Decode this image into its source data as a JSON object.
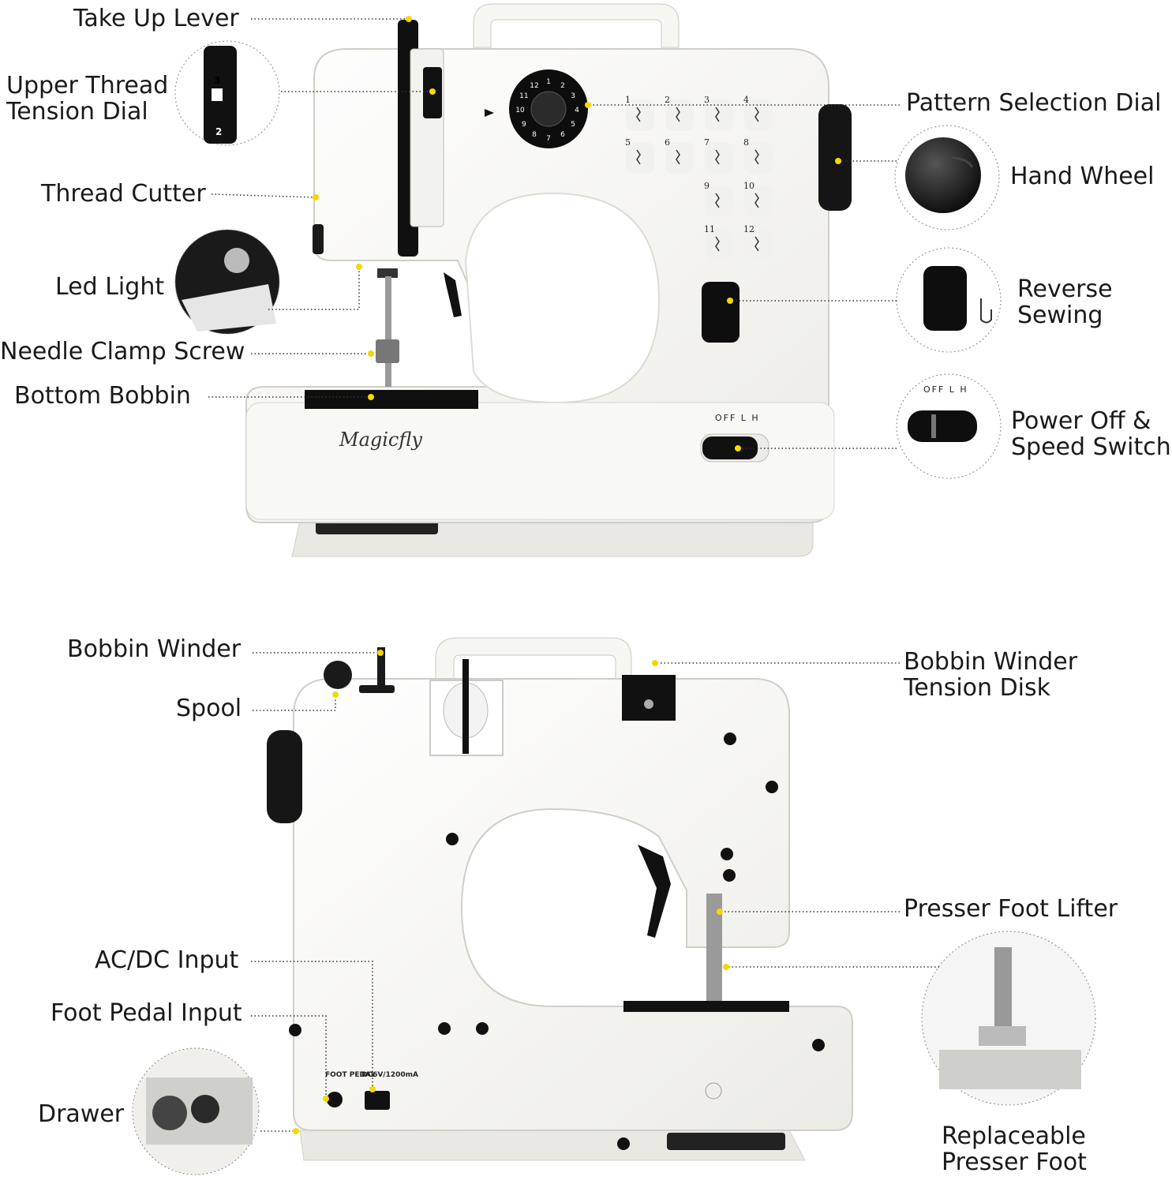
{
  "brand": "Magicfly",
  "top_labels": {
    "take_up_lever": "Take Up Lever",
    "upper_thread_tension_dial": [
      "Upper Thread",
      "Tension Dial"
    ],
    "thread_cutter": "Thread Cutter",
    "led_light": "Led Light",
    "needle_clamp_screw": "Needle Clamp Screw",
    "bottom_bobbin": "Bottom Bobbin",
    "pattern_selection_dial": "Pattern Selection Dial",
    "hand_wheel": "Hand Wheel",
    "reverse_sewing": [
      "Reverse",
      "Sewing"
    ],
    "power_off_speed_switch": [
      "Power Off &",
      "Speed Switch"
    ]
  },
  "bottom_labels": {
    "bobbin_winder": "Bobbin Winder",
    "spool": "Spool",
    "bobbin_winder_tension_disk": [
      "Bobbin Winder",
      "Tension Disk"
    ],
    "presser_foot_lifter": "Presser Foot Lifter",
    "ac_dc_input": "AC/DC Input",
    "foot_pedal_input": "Foot Pedal Input",
    "drawer": "Drawer",
    "replaceable_presser_foot": [
      "Replaceable",
      "Presser Foot"
    ]
  },
  "switch": {
    "positions": "OFF  L  H"
  },
  "pattern_numbers": [
    "1",
    "2",
    "3",
    "4",
    "5",
    "6",
    "7",
    "8",
    "9",
    "10",
    "11",
    "12"
  ],
  "dial_numbers": [
    "1",
    "2",
    "3",
    "4",
    "5",
    "6",
    "7",
    "8",
    "9",
    "10",
    "11",
    "12"
  ],
  "tension_numbers": [
    "3",
    "2"
  ],
  "port_labels": {
    "foot_pedal": "FOOT PEDAL",
    "dc": "DC6V/1200mA"
  },
  "colors": {
    "leader": "#333333",
    "dot": "#f5d800",
    "body": "#f7f7f4",
    "dark": "#111111"
  }
}
